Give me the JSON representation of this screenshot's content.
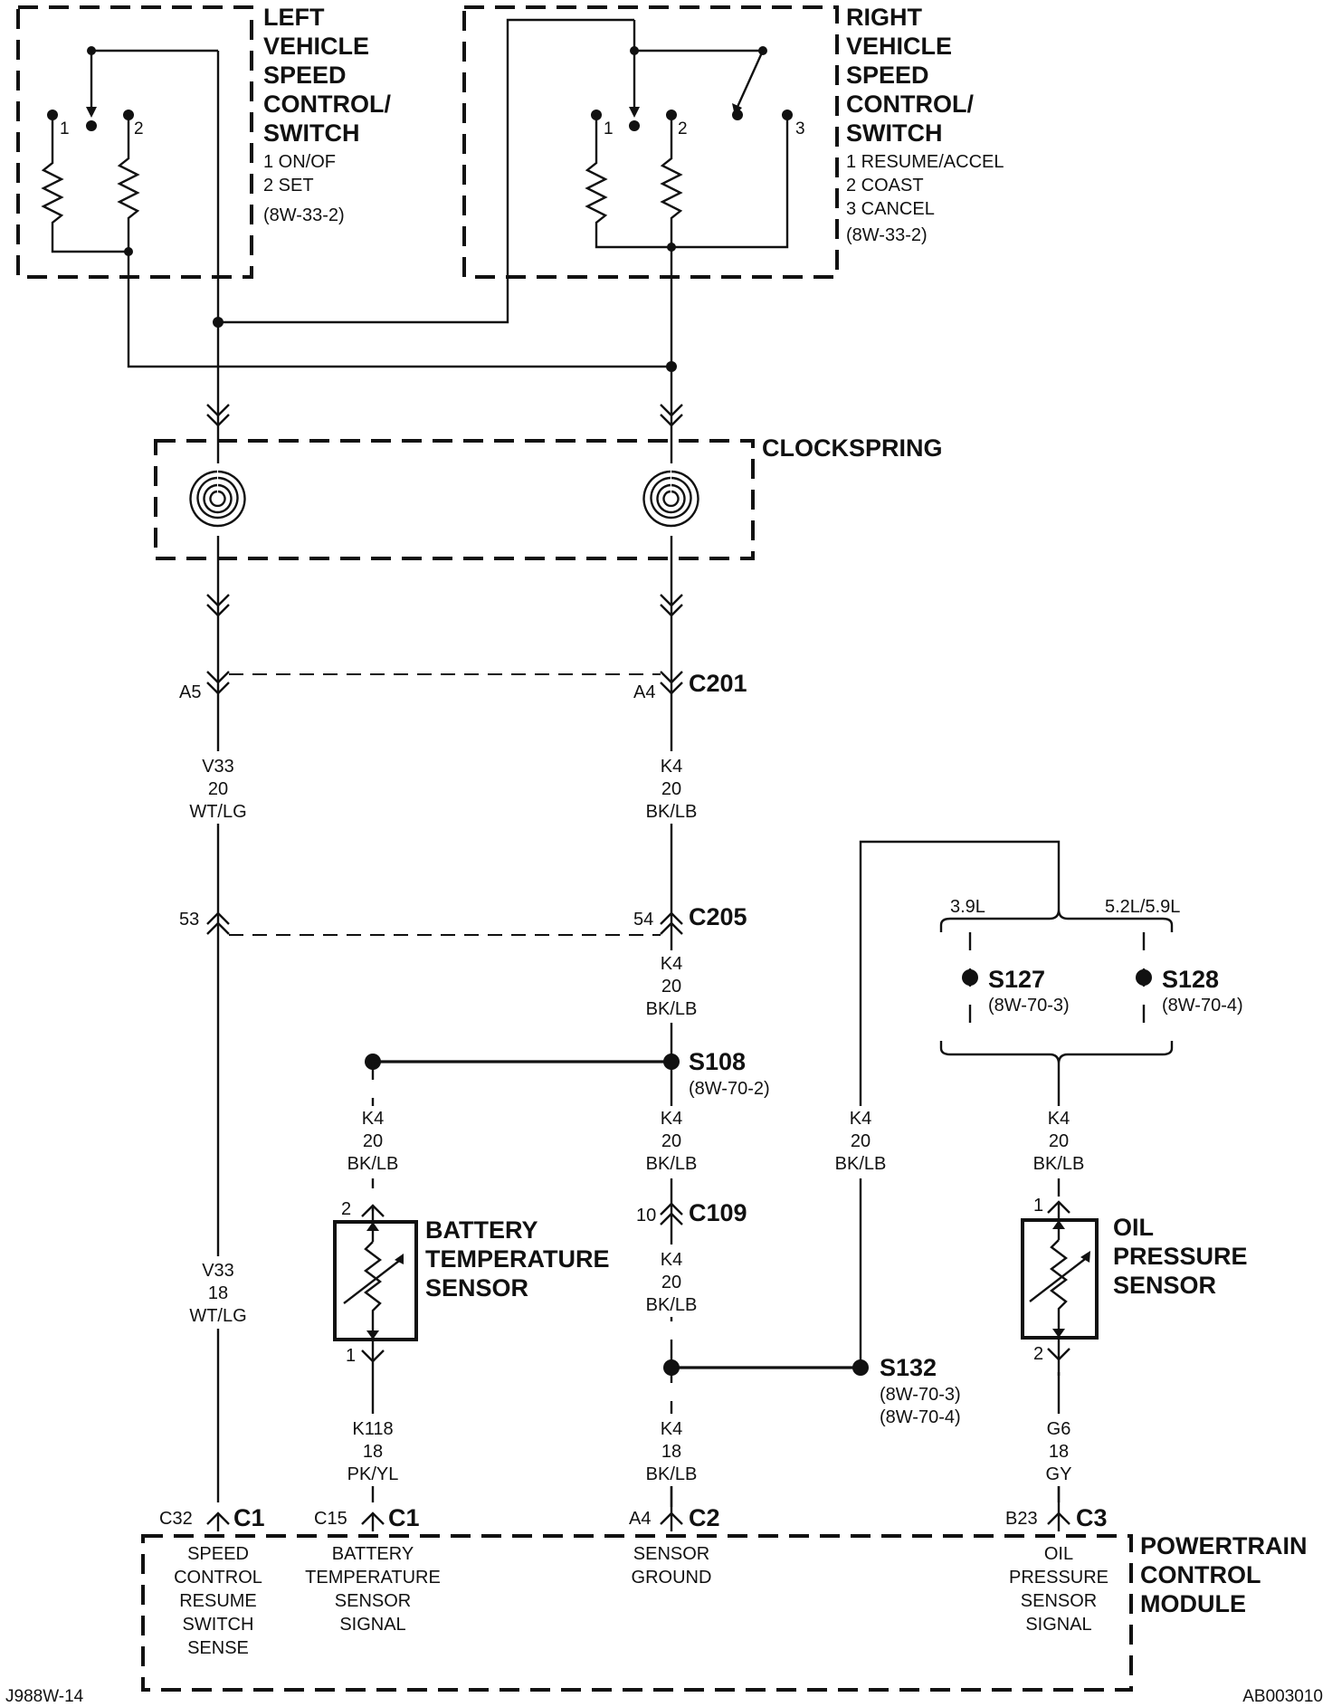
{
  "left_switch": {
    "title": [
      "LEFT",
      "VEHICLE",
      "SPEED",
      "CONTROL/",
      "SWITCH"
    ],
    "items": [
      "1 ON/OF",
      "2 SET"
    ],
    "ref": "(8W-33-2)",
    "pin1": "1",
    "pin2": "2"
  },
  "right_switch": {
    "title": [
      "RIGHT",
      "VEHICLE",
      "SPEED",
      "CONTROL/",
      "SWITCH"
    ],
    "items": [
      "1 RESUME/ACCEL",
      "2 COAST",
      "3 CANCEL"
    ],
    "ref": "(8W-33-2)",
    "pin1": "1",
    "pin2": "2",
    "pin3": "3"
  },
  "clockspring": {
    "label": "CLOCKSPRING"
  },
  "c201": {
    "name": "C201",
    "pin_left": "A5",
    "pin_right": "A4"
  },
  "wire_v33_20": [
    "V33",
    "20",
    "WT/LG"
  ],
  "wire_k4_20_a": [
    "K4",
    "20",
    "BK/LB"
  ],
  "c205": {
    "name": "C205",
    "pin_left": "53",
    "pin_right": "54"
  },
  "wire_k4_20_b": [
    "K4",
    "20",
    "BK/LB"
  ],
  "s108": {
    "name": "S108",
    "ref": "(8W-70-2)"
  },
  "wire_k4_20_batt": [
    "K4",
    "20",
    "BK/LB"
  ],
  "wire_k4_20_c": [
    "K4",
    "20",
    "BK/LB"
  ],
  "c109": {
    "name": "C109",
    "pin": "10"
  },
  "wire_k4_20_d": [
    "K4",
    "20",
    "BK/LB"
  ],
  "battery_sensor": {
    "title": [
      "BATTERY",
      "TEMPERATURE",
      "SENSOR"
    ],
    "pin_top": "2",
    "pin_bottom": "1"
  },
  "wire_v33_18": [
    "V33",
    "18",
    "WT/LG"
  ],
  "wire_k118": [
    "K118",
    "18",
    "PK/YL"
  ],
  "s132": {
    "name": "S132",
    "refs": [
      "(8W-70-3)",
      "(8W-70-4)"
    ]
  },
  "wire_k4_18": [
    "K4",
    "18",
    "BK/LB"
  ],
  "wire_k4_20_s132": [
    "K4",
    "20",
    "BK/LB"
  ],
  "engine_options": {
    "left": "3.9L",
    "right": "5.2L/5.9L"
  },
  "s127": {
    "name": "S127",
    "ref": "(8W-70-3)"
  },
  "s128": {
    "name": "S128",
    "ref": "(8W-70-4)"
  },
  "wire_k4_20_oil": [
    "K4",
    "20",
    "BK/LB"
  ],
  "oil_sensor": {
    "title": [
      "OIL",
      "PRESSURE",
      "SENSOR"
    ],
    "pin_top": "1",
    "pin_bottom": "2"
  },
  "wire_g6": [
    "G6",
    "18",
    "GY"
  ],
  "pcm": {
    "title": [
      "POWERTRAIN",
      "CONTROL",
      "MODULE"
    ],
    "connectors": [
      {
        "pin": "C32",
        "name": "C1",
        "function": [
          "SPEED",
          "CONTROL",
          "RESUME",
          "SWITCH",
          "SENSE"
        ]
      },
      {
        "pin": "C15",
        "name": "C1",
        "function": [
          "BATTERY",
          "TEMPERATURE",
          "SENSOR",
          "SIGNAL"
        ]
      },
      {
        "pin": "A4",
        "name": "C2",
        "function": [
          "SENSOR",
          "GROUND"
        ]
      },
      {
        "pin": "B23",
        "name": "C3",
        "function": [
          "OIL",
          "PRESSURE",
          "SENSOR",
          "SIGNAL"
        ]
      }
    ]
  },
  "footer": {
    "left": "J988W-14",
    "right": "AB003010"
  }
}
